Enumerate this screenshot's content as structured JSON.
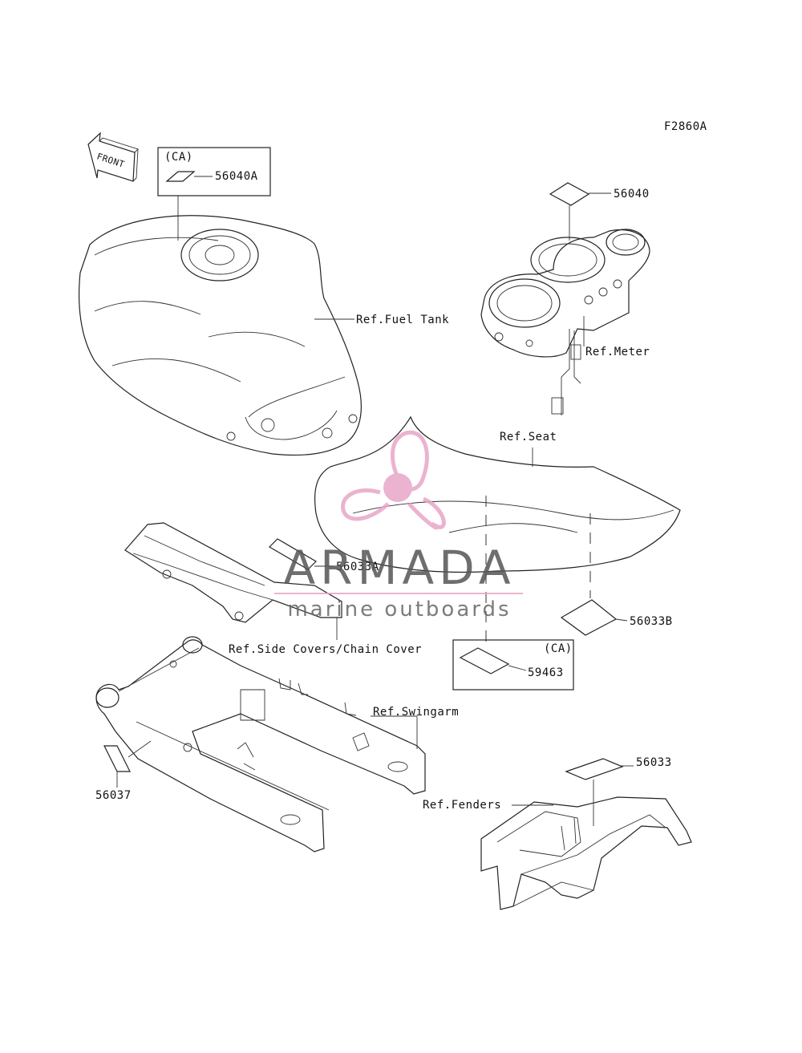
{
  "diagram_code": "F2860A",
  "front_label": "FRONT",
  "callouts": {
    "p56040A": "56040A",
    "p56040": "56040",
    "p56033A": "56033A",
    "p56033B": "56033B",
    "p59463": "59463",
    "p56037": "56037",
    "p56033": "56033"
  },
  "ca_label": "(CA)",
  "references": {
    "fuel_tank": "Ref.Fuel Tank",
    "meter": "Ref.Meter",
    "seat": "Ref.Seat",
    "side_covers": "Ref.Side Covers/Chain Cover",
    "swingarm": "Ref.Swingarm",
    "fenders": "Ref.Fenders"
  },
  "watermark": {
    "brand": "ARMADA",
    "tagline": "marine outboards",
    "logo": "propeller-logo",
    "accent_color": "#e8a6c8"
  }
}
